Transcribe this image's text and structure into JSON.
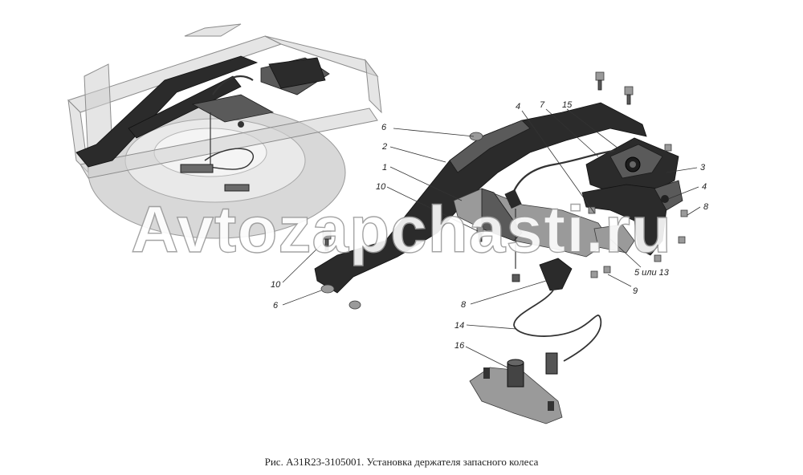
{
  "caption": "Рис. A31R23-3105001. Установка держателя запасного колеса",
  "watermark": "Avtozapchasti.ru",
  "callouts": {
    "c1": "1",
    "c2": "2",
    "c3": "3",
    "c4a": "4",
    "c4b": "4",
    "c5": "5 или 13",
    "c6a": "6",
    "c6b": "6",
    "c7": "7",
    "c8a": "8",
    "c8b": "8",
    "c9": "9",
    "c10a": "10",
    "c10b": "10",
    "c14": "14",
    "c15": "15",
    "c16": "16"
  }
}
